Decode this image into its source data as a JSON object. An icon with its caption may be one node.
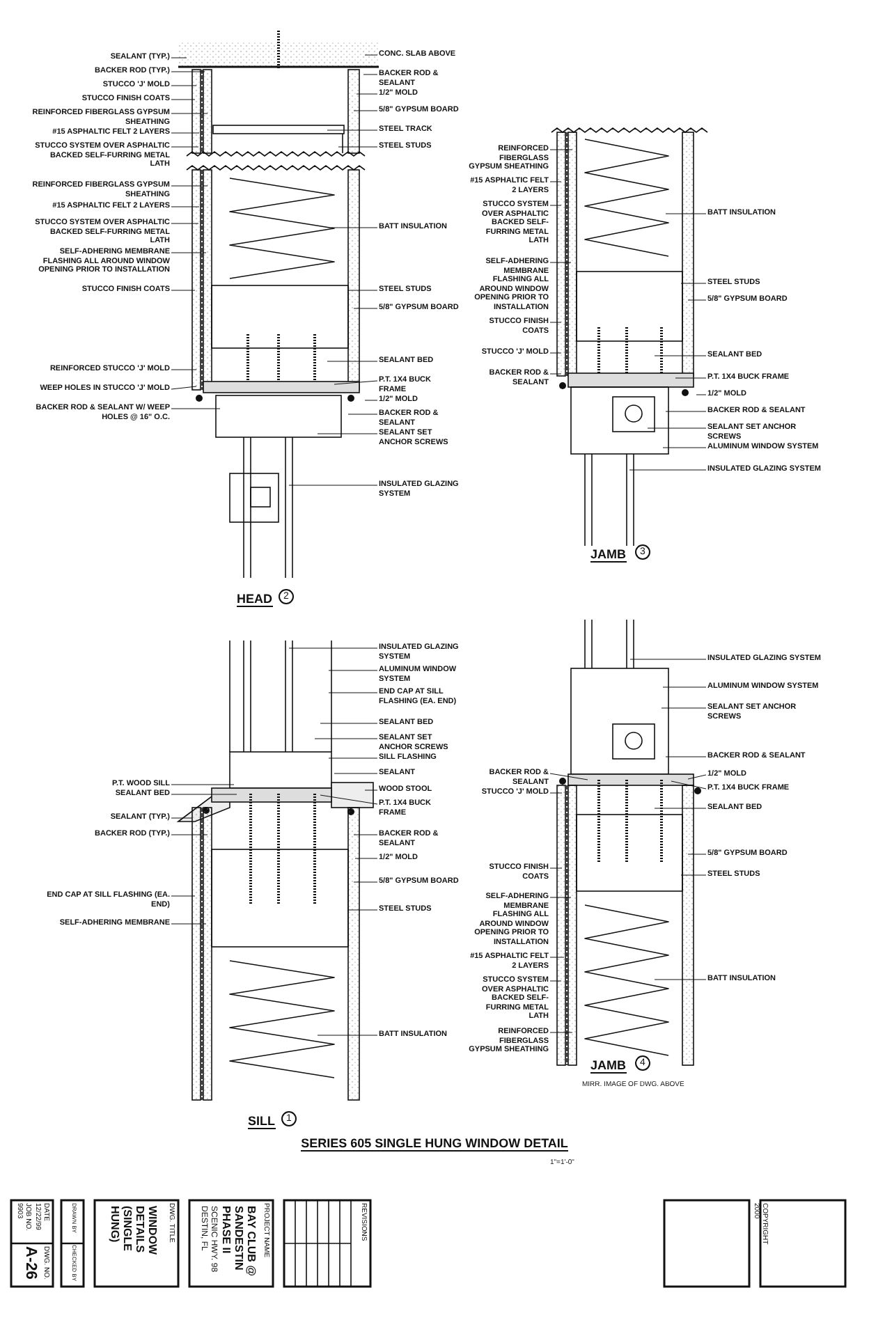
{
  "diagram": {
    "title": "SERIES 605 SINGLE HUNG WINDOW DETAIL",
    "nodes": [
      {
        "text": [
          "SEALANT (TYP.)"
        ]
      },
      {
        "text": [
          "BACKER ROD (TYP.)"
        ]
      },
      {
        "text": [
          "STUCCO 'J' MOLD"
        ]
      },
      {
        "text": [
          "STUCCO FINISH COATS"
        ]
      },
      {
        "text": [
          "REINFORCED FIBERGLASS GYPSUM SHEATHING"
        ]
      },
      {
        "text": [
          "#15 ASPHALTIC FELT 2 LAYERS"
        ]
      },
      {
        "text": [
          "STUCCO SYSTEM OVER ASPHALTIC BACKED SELF-FURRING METAL LATH"
        ]
      },
      {
        "text": [
          "REINFORCED FIBERGLASS GYPSUM SHEATHING"
        ]
      },
      {
        "text": [
          "#15 ASPHALTIC FELT 2 LAYERS"
        ]
      },
      {
        "text": [
          "STUCCO SYSTEM OVER ASPHALTIC BACKED SELF-FURRING METAL LATH"
        ]
      },
      {
        "text": [
          "SELF-ADHERING MEMBRANE FLASHING ALL AROUND WINDOW OPENING PRIOR TO INSTALLATION"
        ]
      },
      {
        "text": [
          "STUCCO FINISH COATS"
        ]
      },
      {
        "text": [
          "REINFORCED STUCCO 'J' MOLD"
        ]
      },
      {
        "text": [
          "WEEP HOLES IN STUCCO 'J' MOLD"
        ]
      },
      {
        "text": [
          "BACKER ROD & SEALANT W/ WEEP HOLES @ 16\" O.C."
        ]
      },
      {
        "text": [
          "CONC. SLAB ABOVE"
        ]
      },
      {
        "text": [
          "BACKER ROD & SEALANT"
        ]
      },
      {
        "text": [
          "1/2\" MOLD"
        ]
      },
      {
        "text": [
          "5/8\" GYPSUM BOARD"
        ]
      },
      {
        "text": [
          "STEEL TRACK"
        ]
      },
      {
        "text": [
          "STEEL STUDS"
        ]
      },
      {
        "text": [
          "BATT INSULATION"
        ]
      },
      {
        "text": [
          "STEEL STUDS"
        ]
      },
      {
        "text": [
          "5/8\" GYPSUM BOARD"
        ]
      },
      {
        "text": [
          "P.T. 1X4 BUCK FRAME"
        ]
      },
      {
        "text": [
          "SEALANT BED"
        ]
      },
      {
        "text": [
          "1/2\" MOLD"
        ]
      },
      {
        "text": [
          "BACKER ROD & SEALANT"
        ]
      },
      {
        "text": [
          "SEALANT SET ANCHOR SCREWS"
        ]
      },
      {
        "text": [
          "INSULATED GLAZING SYSTEM"
        ]
      },
      {
        "text": [
          "REINFORCED FIBERGLASS GYPSUM SHEATHING"
        ]
      },
      {
        "text": [
          "#15 ASPHALTIC FELT 2 LAYERS"
        ]
      },
      {
        "text": [
          "STUCCO SYSTEM OVER ASPHALTIC BACKED SELF-FURRING METAL LATH"
        ]
      },
      {
        "text": [
          "SELF-ADHERING MEMBRANE FLASHING ALL AROUND WINDOW OPENING PRIOR TO INSTALLATION"
        ]
      },
      {
        "text": [
          "STUCCO FINISH COATS"
        ]
      },
      {
        "text": [
          "STUCCO 'J' MOLD"
        ]
      },
      {
        "text": [
          "BACKER ROD & SEALANT"
        ]
      },
      {
        "text": [
          "BATT INSULATION"
        ]
      },
      {
        "text": [
          "STEEL STUDS"
        ]
      },
      {
        "text": [
          "5/8\" GYPSUM BOARD"
        ]
      },
      {
        "text": [
          "P.T. 1X4 BUCK FRAME"
        ]
      },
      {
        "text": [
          "SEALANT BED"
        ]
      },
      {
        "text": [
          "1/2\" MOLD"
        ]
      },
      {
        "text": [
          "BACKER ROD & SEALANT"
        ]
      },
      {
        "text": [
          "SEALANT SET ANCHOR SCREWS"
        ]
      },
      {
        "text": [
          "ALUMINUM WINDOW SYSTEM"
        ]
      },
      {
        "text": [
          "INSULATED GLAZING SYSTEM"
        ]
      },
      {
        "text": [
          "P.T. WOOD SILL"
        ]
      },
      {
        "text": [
          "SEALANT BED"
        ]
      },
      {
        "text": [
          "SEALANT (TYP.)"
        ]
      },
      {
        "text": [
          "BACKER ROD (TYP.)"
        ]
      },
      {
        "text": [
          "END CAP AT SILL FLASHING (EA. END)"
        ]
      },
      {
        "text": [
          "SELF-ADHERING MEMBRANE"
        ]
      },
      {
        "text": [
          "INSULATED GLAZING SYSTEM"
        ]
      },
      {
        "text": [
          "ALUMINUM WINDOW SYSTEM"
        ]
      },
      {
        "text": [
          "END CAP AT SILL FLASHING (EA. END)"
        ]
      },
      {
        "text": [
          "SEALANT BED"
        ]
      },
      {
        "text": [
          "SEALANT SET ANCHOR SCREWS"
        ]
      },
      {
        "text": [
          "SILL FLASHING"
        ]
      },
      {
        "text": [
          "SEALANT"
        ]
      },
      {
        "text": [
          "WOOD STOOL"
        ]
      },
      {
        "text": [
          "BACKER ROD & SEALANT"
        ]
      },
      {
        "text": [
          "1/2\" MOLD"
        ]
      },
      {
        "text": [
          "P.T. 1X4 BUCK FRAME"
        ]
      },
      {
        "text": [
          "5/8\" GYPSUM BOARD"
        ]
      },
      {
        "text": [
          "STEEL STUDS"
        ]
      },
      {
        "text": [
          "BATT INSULATION"
        ]
      },
      {
        "text": [
          "BACKER ROD & SEALANT"
        ]
      },
      {
        "text": [
          "STUCCO 'J' MOLD"
        ]
      },
      {
        "text": [
          "STUCCO FINISH COATS"
        ]
      },
      {
        "text": [
          "SELF-ADHERING MEMBRANE FLASHING ALL AROUND WINDOW OPENING PRIOR TO INSTALLATION"
        ]
      },
      {
        "text": [
          "#15 ASPHALTIC FELT 2 LAYERS"
        ]
      },
      {
        "text": [
          "STUCCO SYSTEM OVER ASPHALTIC BACKED SELF-FURRING METAL LATH"
        ]
      },
      {
        "text": [
          "REINFORCED FIBERGLASS GYPSUM SHEATHING"
        ]
      },
      {
        "text": [
          "INSULATED GLAZING SYSTEM"
        ]
      },
      {
        "text": [
          "ALUMINUM WINDOW SYSTEM"
        ]
      },
      {
        "text": [
          "SEALANT SET ANCHOR SCREWS"
        ]
      },
      {
        "text": [
          "BACKER ROD & SEALANT"
        ]
      },
      {
        "text": [
          "1/2\" MOLD"
        ]
      },
      {
        "text": [
          "SEALANT BED"
        ]
      },
      {
        "text": [
          "P.T. 1X4 BUCK FRAME"
        ]
      },
      {
        "text": [
          "5/8\" GYPSUM BOARD"
        ]
      },
      {
        "text": [
          "STEEL STUDS"
        ]
      },
      {
        "text": [
          "BATT INSULATION"
        ]
      }
    ],
    "edges": [
      {
        "from": 0,
        "to": null,
        "arrow": "none"
      },
      {
        "from": 1,
        "to": null,
        "arrow": "none"
      },
      {
        "from": 2,
        "to": null,
        "arrow": "none"
      },
      {
        "from": 3,
        "to": null,
        "arrow": "none"
      },
      {
        "from": 4,
        "to": null,
        "arrow": "none"
      },
      {
        "from": 5,
        "to": null,
        "arrow": "none"
      },
      {
        "from": 6,
        "to": null,
        "arrow": "none"
      },
      {
        "from": 7,
        "to": null,
        "arrow": "none"
      },
      {
        "from": 8,
        "to": null,
        "arrow": "none"
      },
      {
        "from": 9,
        "to": null,
        "arrow": "none"
      },
      {
        "from": 10,
        "to": null,
        "arrow": "none"
      },
      {
        "from": 11,
        "to": null,
        "arrow": "none"
      },
      {
        "from": 12,
        "to": null,
        "arrow": "none"
      },
      {
        "from": 13,
        "to": null,
        "arrow": "none"
      },
      {
        "from": 14,
        "to": null,
        "arrow": "none"
      },
      {
        "from": 15,
        "to": null,
        "arrow": "none"
      },
      {
        "from": 16,
        "to": null,
        "arrow": "none"
      },
      {
        "from": 17,
        "to": null,
        "arrow": "none"
      },
      {
        "from": 18,
        "to": null,
        "arrow": "none"
      },
      {
        "from": 19,
        "to": null,
        "arrow": "none"
      },
      {
        "from": 20,
        "to": null,
        "arrow": "none"
      },
      {
        "from": 21,
        "to": null,
        "arrow": "none"
      },
      {
        "from": 22,
        "to": null,
        "arrow": "none"
      },
      {
        "from": 23,
        "to": null,
        "arrow": "none"
      },
      {
        "from": 24,
        "to": null,
        "arrow": "none"
      },
      {
        "from": 25,
        "to": null,
        "arrow": "none"
      },
      {
        "from": 26,
        "to": null,
        "arrow": "none"
      },
      {
        "from": 27,
        "to": null,
        "arrow": "none"
      },
      {
        "from": 28,
        "to": null,
        "arrow": "none"
      },
      {
        "from": 29,
        "to": null,
        "arrow": "none"
      },
      {
        "from": 30,
        "to": null,
        "arrow": "none"
      },
      {
        "from": 31,
        "to": null,
        "arrow": "none"
      },
      {
        "from": 32,
        "to": null,
        "arrow": "none"
      },
      {
        "from": 33,
        "to": null,
        "arrow": "none"
      },
      {
        "from": 34,
        "to": null,
        "arrow": "none"
      },
      {
        "from": 35,
        "to": null,
        "arrow": "none"
      },
      {
        "from": 36,
        "to": null,
        "arrow": "none"
      },
      {
        "from": 37,
        "to": null,
        "arrow": "none"
      },
      {
        "from": 38,
        "to": null,
        "arrow": "none"
      },
      {
        "from": 39,
        "to": null,
        "arrow": "none"
      },
      {
        "from": 40,
        "to": null,
        "arrow": "none"
      },
      {
        "from": 41,
        "to": null,
        "arrow": "none"
      },
      {
        "from": 42,
        "to": null,
        "arrow": "none"
      },
      {
        "from": 43,
        "to": null,
        "arrow": "none"
      },
      {
        "from": 44,
        "to": null,
        "arrow": "none"
      },
      {
        "from": 45,
        "to": null,
        "arrow": "none"
      },
      {
        "from": 46,
        "to": null,
        "arrow": "none"
      },
      {
        "from": 47,
        "to": null,
        "arrow": "none"
      },
      {
        "from": 48,
        "to": null,
        "arrow": "none"
      },
      {
        "from": 49,
        "to": null,
        "arrow": "none"
      },
      {
        "from": 50,
        "to": null,
        "arrow": "none"
      },
      {
        "from": 51,
        "to": null,
        "arrow": "none"
      },
      {
        "from": 52,
        "to": null,
        "arrow": "none"
      },
      {
        "from": 53,
        "to": null,
        "arrow": "none"
      },
      {
        "from": 54,
        "to": null,
        "arrow": "none"
      },
      {
        "from": 55,
        "to": null,
        "arrow": "none"
      },
      {
        "from": 56,
        "to": null,
        "arrow": "none"
      },
      {
        "from": 57,
        "to": null,
        "arrow": "none"
      },
      {
        "from": 58,
        "to": null,
        "arrow": "none"
      },
      {
        "from": 59,
        "to": null,
        "arrow": "none"
      },
      {
        "from": 60,
        "to": null,
        "arrow": "none"
      },
      {
        "from": 61,
        "to": null,
        "arrow": "none"
      },
      {
        "from": 62,
        "to": null,
        "arrow": "none"
      },
      {
        "from": 63,
        "to": null,
        "arrow": "none"
      },
      {
        "from": 64,
        "to": null,
        "arrow": "none"
      },
      {
        "from": 65,
        "to": null,
        "arrow": "none"
      },
      {
        "from": 66,
        "to": null,
        "arrow": "none"
      },
      {
        "from": 67,
        "to": null,
        "arrow": "none"
      },
      {
        "from": 68,
        "to": null,
        "arrow": "none"
      },
      {
        "from": 69,
        "to": null,
        "arrow": "none"
      },
      {
        "from": 70,
        "to": null,
        "arrow": "none"
      },
      {
        "from": 71,
        "to": null,
        "arrow": "none"
      },
      {
        "from": 72,
        "to": null,
        "arrow": "none"
      },
      {
        "from": 73,
        "to": null,
        "arrow": "none"
      },
      {
        "from": 74,
        "to": null,
        "arrow": "none"
      },
      {
        "from": 75,
        "to": null,
        "arrow": "none"
      },
      {
        "from": 76,
        "to": null,
        "arrow": "none"
      },
      {
        "from": 77,
        "to": null,
        "arrow": "none"
      },
      {
        "from": 78,
        "to": null,
        "arrow": "none"
      },
      {
        "from": 79,
        "to": null,
        "arrow": "none"
      },
      {
        "from": 80,
        "to": null,
        "arrow": "none"
      },
      {
        "from": 81,
        "to": null,
        "arrow": "none"
      },
      {
        "from": 82,
        "to": null,
        "arrow": "none"
      },
      {
        "from": 83,
        "to": null,
        "arrow": "none"
      }
    ],
    "labels": [
      "HEAD",
      "2",
      "JAMB",
      "3",
      "SILL",
      "1",
      "JAMB",
      "4",
      "MIRR. IMAGE OF DWG. ABOVE",
      "1\"=1'-0\"",
      "DATE",
      "12/22/99",
      "JOB NO.",
      "9903",
      "DWG. NO.",
      "A-26",
      "DRAWN BY",
      "CHECKED BY",
      "DWG. TITLE",
      "WINDOW DETAILS (SINGLE HUNG)",
      "PROJECT NAME",
      "BAY CLUB @ SANDESTIN PHASE II",
      "SCENIC HWY. 98 DESTIN, FL",
      "REVISIONS",
      "COPYRIGHT 2000"
    ]
  }
}
